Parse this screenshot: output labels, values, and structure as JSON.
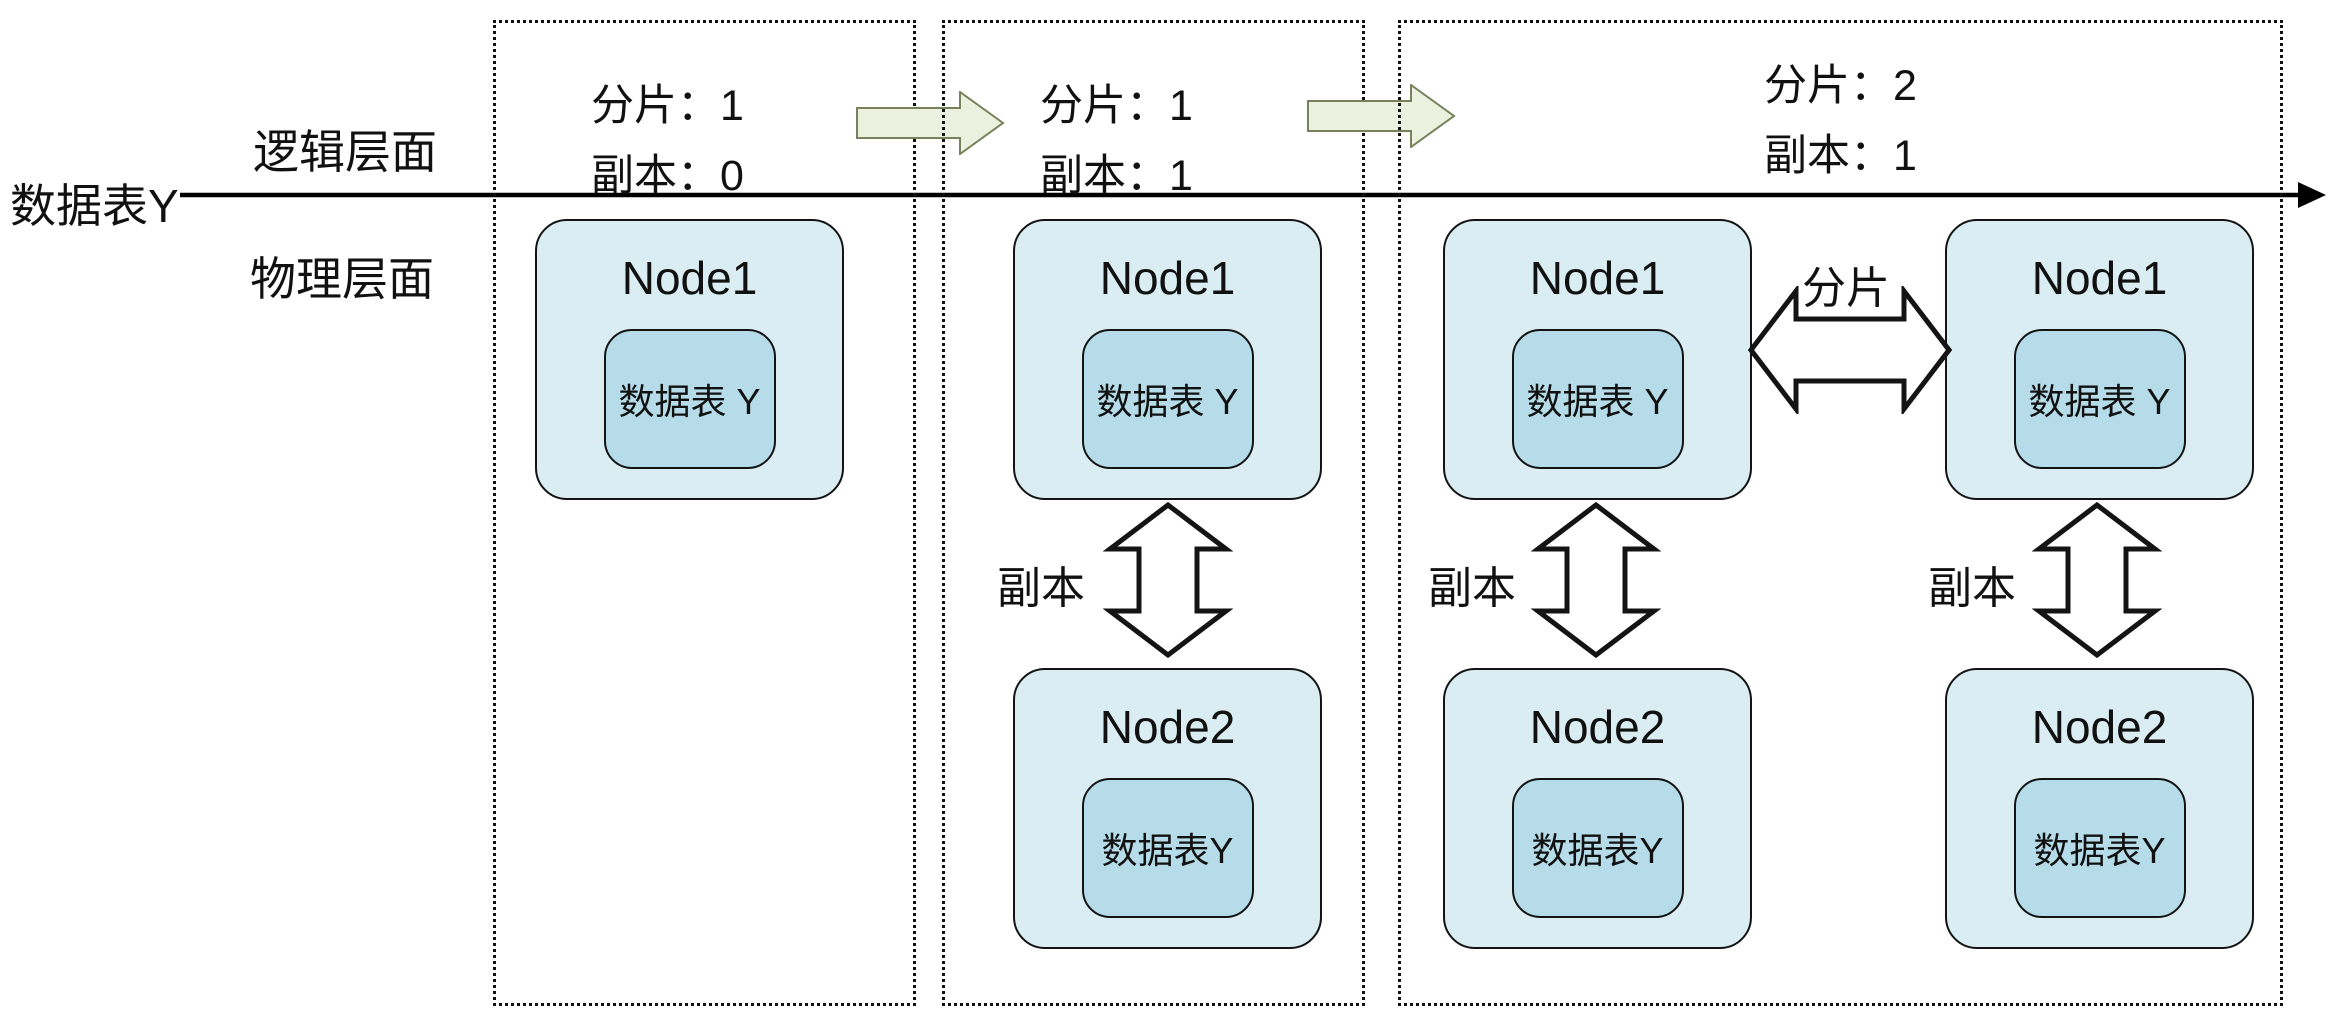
{
  "diagram": {
    "axis": {
      "table_label": "数据表Y",
      "logical_label": "逻辑层面",
      "physical_label": "物理层面"
    },
    "panels": [
      {
        "header": {
          "shard": "分片：1",
          "replica": "副本：0"
        },
        "nodes": [
          {
            "title": "Node1",
            "table": "数据表 Y"
          }
        ]
      },
      {
        "header": {
          "shard": "分片：1",
          "replica": "副本：1"
        },
        "replica_label": "副本",
        "nodes": [
          {
            "title": "Node1",
            "table": "数据表 Y"
          },
          {
            "title": "Node2",
            "table": "数据表Y"
          }
        ]
      },
      {
        "header": {
          "shard": "分片：2",
          "replica": "副本：1"
        },
        "shard_label": "分片",
        "left_replica_label": "副本",
        "right_replica_label": "副本",
        "nodes": [
          {
            "title": "Node1",
            "table": "数据表 Y"
          },
          {
            "title": "Node1",
            "table": "数据表 Y"
          },
          {
            "title": "Node2",
            "table": "数据表Y"
          },
          {
            "title": "Node2",
            "table": "数据表Y"
          }
        ]
      }
    ],
    "colors": {
      "node_fill": "#d9edf3",
      "table_fill": "#b5dce8",
      "transition_arrow_fill": "#ebf1de",
      "transition_arrow_stroke": "#77825c",
      "outline": "#141414",
      "axis_color": "#000000"
    }
  }
}
